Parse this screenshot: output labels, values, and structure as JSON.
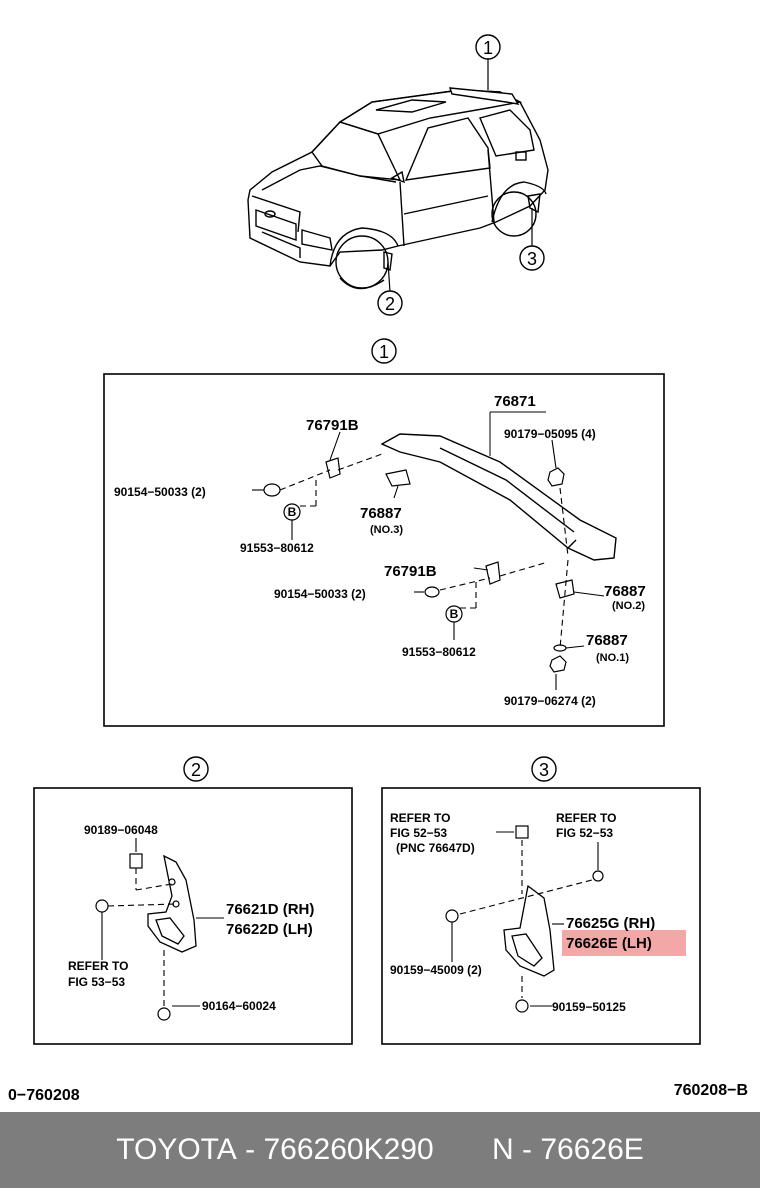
{
  "callouts": {
    "one": "1",
    "two": "2",
    "three": "3"
  },
  "section1": {
    "callout": "1",
    "part_76871": "76871",
    "part_90179_05095": "90179−05095 (4)",
    "part_76791B_top": "76791B",
    "part_90154_top": "90154−50033 (2)",
    "part_76887_no3": "76887",
    "note_no3": "(NO.3)",
    "b_badge_1": "B",
    "part_91553_top": "91553−80612",
    "part_76791B_mid": "76791B",
    "part_90154_mid": "90154−50033 (2)",
    "part_76887_no2": "76887",
    "note_no2": "(NO.2)",
    "b_badge_2": "B",
    "part_76887_no1": "76887",
    "note_no1": "(NO.1)",
    "part_91553_mid": "91553−80612",
    "part_90179_06274": "90179−06274 (2)"
  },
  "section2": {
    "callout": "2",
    "part_90189": "90189−06048",
    "part_76621D": "76621D (RH)",
    "part_76622D": "76622D (LH)",
    "refer_1": "REFER TO",
    "refer_2": "FIG 53−53",
    "part_90164": "90164−60024"
  },
  "section3": {
    "callout": "3",
    "refer_a1": "REFER TO",
    "refer_a2": "FIG 52−53",
    "refer_a3": "(PNC 76647D)",
    "refer_b1": "REFER TO",
    "refer_b2": "FIG 52−53",
    "part_76625G": "76625G (RH)",
    "part_76626E": "76626E (LH)",
    "part_90159_45009": "90159−45009 (2)",
    "part_90159_50125": "90159−50125"
  },
  "codes": {
    "left": "0−760208",
    "right": "760208−B"
  },
  "footer": {
    "brand": "TOYOTA",
    "sep1": " - ",
    "part_number": "766260K290",
    "gap": "       ",
    "n_label": "N",
    "sep2": " - ",
    "n_value": "76626E"
  },
  "colors": {
    "highlight": "#f4a7a7",
    "footer_bg": "#7d7d7d"
  }
}
